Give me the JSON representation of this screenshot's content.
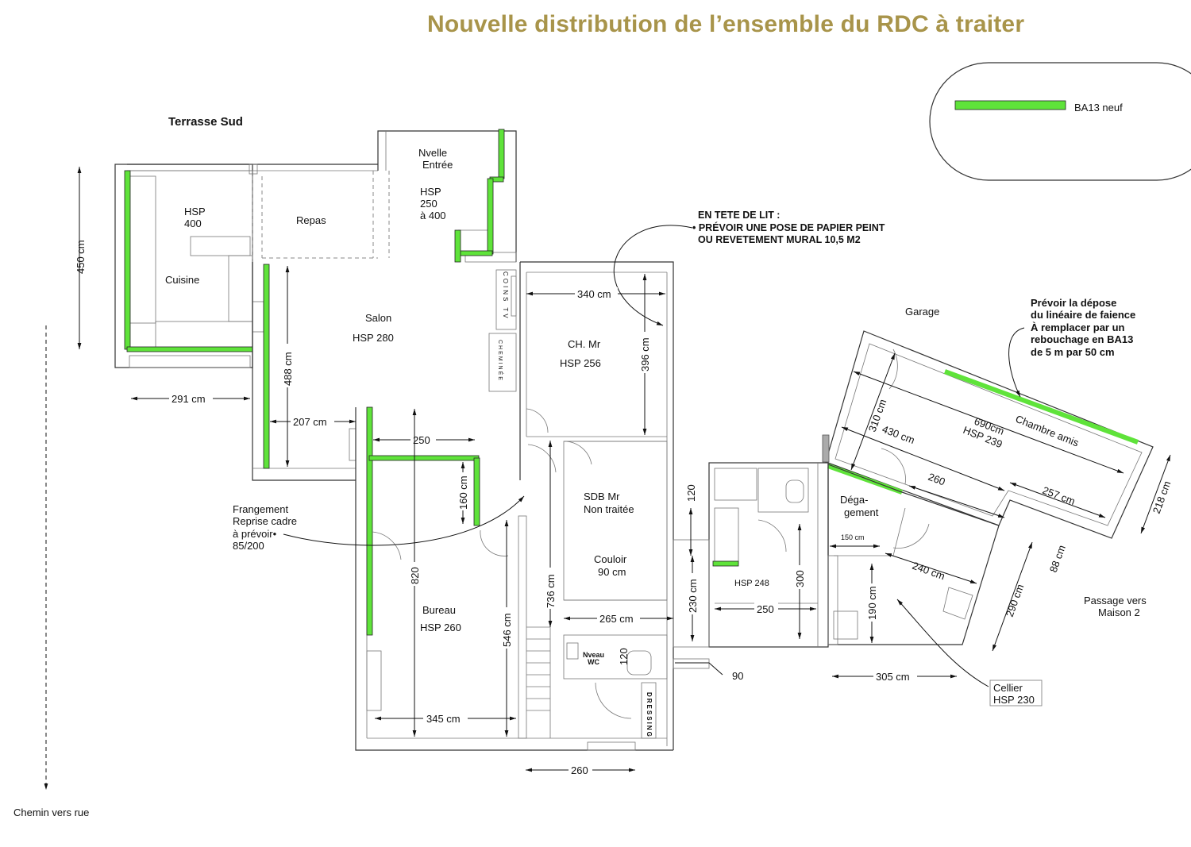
{
  "title": "Nouvelle distribution de l’ensemble du RDC à traiter",
  "legend": {
    "label": "BA13 neuf",
    "color": "#5fe33a"
  },
  "colors": {
    "title": "#a8944a",
    "wall": "#333333",
    "new_ba13": "#5fe33a"
  },
  "labels": {
    "terrasse": "Terrasse Sud",
    "hsp400_a": "HSP",
    "hsp400_b": "400",
    "cuisine": "Cuisine",
    "repas": "Repas",
    "entree_a": "Nvelle",
    "entree_b": "Entrée",
    "entree_hsp_a": "HSP",
    "entree_hsp_b": "250",
    "entree_hsp_c": "à 400",
    "salon": "Salon",
    "salon_hsp": "HSP 280",
    "coins_tv": "COINS TV",
    "cheminee": "CHEMINÉE",
    "ch_mr": "CH. Mr",
    "ch_mr_hsp": "HSP 256",
    "sdb_a": "SDB Mr",
    "sdb_b": "Non traitée",
    "couloir_a": "Couloir",
    "couloir_b": "90 cm",
    "bureau": "Bureau",
    "bureau_hsp": "HSP 260",
    "wc_a": "Nveau",
    "wc_b": "WC",
    "dressing": "DRESSING",
    "hsp248": "HSP 248",
    "garage": "Garage",
    "degagement_a": "Déga-",
    "degagement_b": "gement",
    "chambre_amis": "Chambre amis",
    "chambre_hsp": "HSP 239",
    "cellier_a": "Cellier",
    "cellier_b": "HSP 230",
    "passage_a": "Passage vers",
    "passage_b": "Maison 2",
    "chemin": "Chemin vers rue"
  },
  "notes": {
    "tete_lit": [
      "EN TETE DE LIT :",
      "• PRÉVOIR UNE POSE DE PAPIER PEINT",
      "OU REVETEMENT MURAL 10,5 M2"
    ],
    "faience": [
      "Prévoir la dépose",
      "du linéaire de faience",
      "À remplacer par un",
      "rebouchage en  BA13",
      "de 5 m par 50 cm"
    ],
    "frangement": [
      "Frangement",
      "Reprise cadre",
      "à prévoir•",
      "85/200"
    ]
  },
  "dimensions": {
    "d450": "450 cm",
    "d291": "291 cm",
    "d488": "488 cm",
    "d207": "207 cm",
    "d250a": "250",
    "d160": "160 cm",
    "d820": "820",
    "d345": "345 cm",
    "d546": "546 cm",
    "d736": "736 cm",
    "d260a": "260",
    "d265": "265 cm",
    "d120a": "120",
    "d120b": "120",
    "d340": "340 cm",
    "d396": "396 cm",
    "d230": "230 cm",
    "d90": "90",
    "d250b": "250",
    "d300": "300",
    "d150": "150 cm",
    "d190": "190 cm",
    "d305": "305 cm",
    "d240": "240 cm",
    "d290": "290 cm",
    "d88": "88 cm",
    "d218": "218 cm",
    "d257": "257 cm",
    "d260b": "260",
    "d430": "430 cm",
    "d690": "690cm",
    "d310": "310 cm"
  }
}
